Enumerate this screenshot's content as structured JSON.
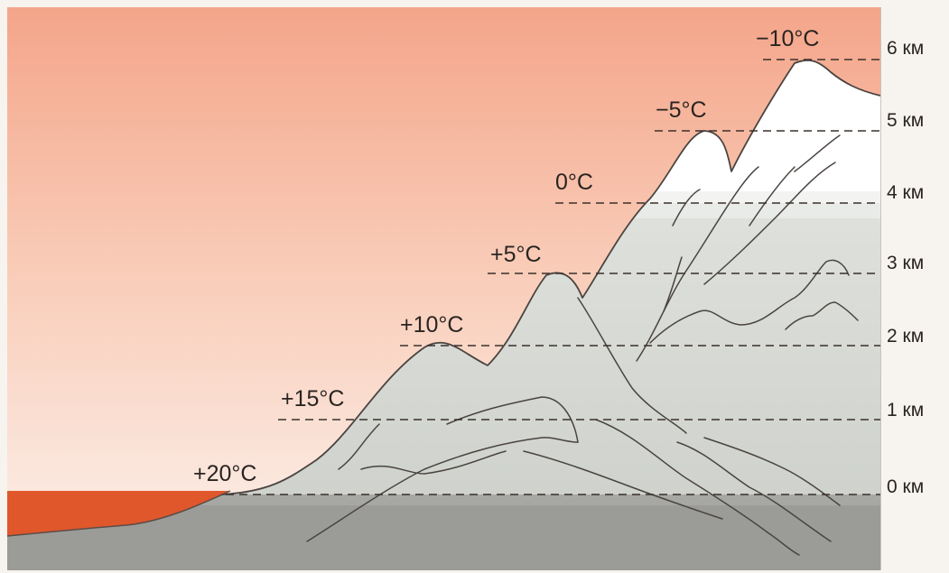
{
  "levels": [
    {
      "altitude": "0 км",
      "temperature": "+20°C"
    },
    {
      "altitude": "1 км",
      "temperature": "+15°C"
    },
    {
      "altitude": "2 км",
      "temperature": "+10°C"
    },
    {
      "altitude": "3 км",
      "temperature": "+5°C"
    },
    {
      "altitude": "4 км",
      "temperature": "0°C"
    },
    {
      "altitude": "5 км",
      "temperature": "−5°C"
    },
    {
      "altitude": "6 км",
      "temperature": "−10°C"
    }
  ],
  "colors": {
    "sky_top": "#f4a58a",
    "sky_bottom": "#fbe6dc",
    "mountain": "#d9dcd8",
    "snow": "#ffffff",
    "lowland": "#e0572c",
    "ground": "#9b9c98"
  }
}
